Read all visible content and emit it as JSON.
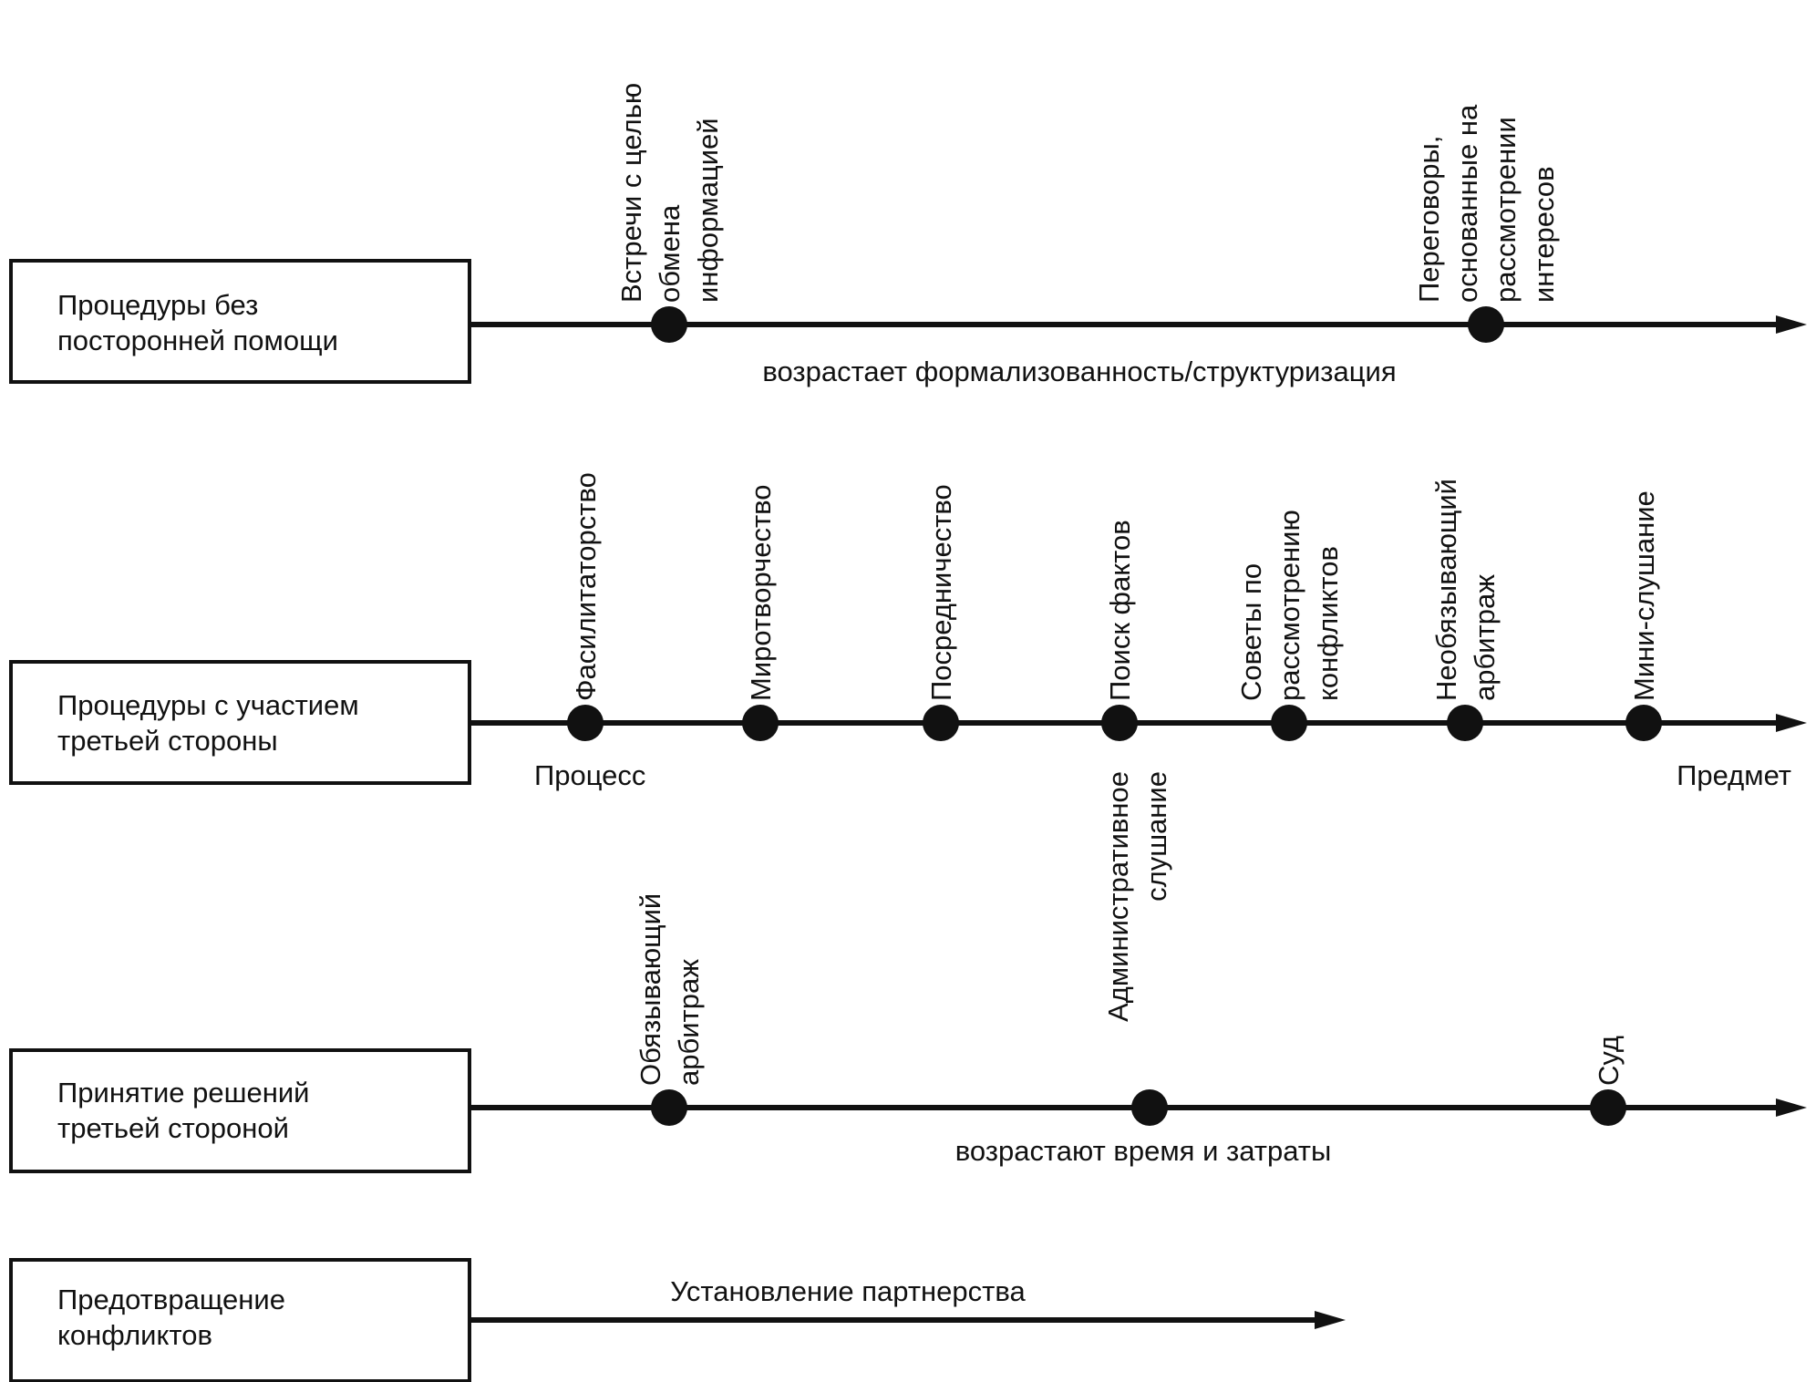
{
  "rows": [
    {
      "box": [
        "Процедуры без",
        "посторонней помощи"
      ],
      "points": [
        {
          "label": [
            "Встречи с целью",
            "обмена",
            "информацией"
          ]
        },
        {
          "label": [
            "Переговоры,",
            "основанные на",
            "рассмотрении",
            "интересов"
          ]
        }
      ],
      "note": "возрастает формализованность/структуризация"
    },
    {
      "box": [
        "Процедуры с участием",
        "третьей стороны"
      ],
      "points": [
        {
          "label": [
            "Фасилитаторство"
          ]
        },
        {
          "label": [
            "Миротворчество"
          ]
        },
        {
          "label": [
            "Посредничество"
          ]
        },
        {
          "label": [
            "Поиск фактов"
          ]
        },
        {
          "label": [
            "Советы по",
            "рассмотрению",
            "конфликтов"
          ]
        },
        {
          "label": [
            "Необязывающий",
            "арбитраж"
          ]
        },
        {
          "label": [
            "Мини-слушание"
          ]
        }
      ],
      "left_label": "Процесс",
      "right_label": "Предмет",
      "below_labels": [
        {
          "label": [
            "Административное",
            "слушание"
          ]
        }
      ]
    },
    {
      "box": [
        "Принятие решений",
        "третьей стороной"
      ],
      "points": [
        {
          "label": [
            "Обязывающий",
            "арбитраж"
          ]
        },
        {
          "label": []
        },
        {
          "label": [
            "Суд"
          ]
        }
      ],
      "note": "возрастают время и затраты"
    },
    {
      "box": [
        "Предотвращение",
        "конфликтов"
      ],
      "points": [],
      "note": "Установление партнерства"
    }
  ],
  "colors": {
    "ink": "#111111",
    "background": "#ffffff"
  }
}
